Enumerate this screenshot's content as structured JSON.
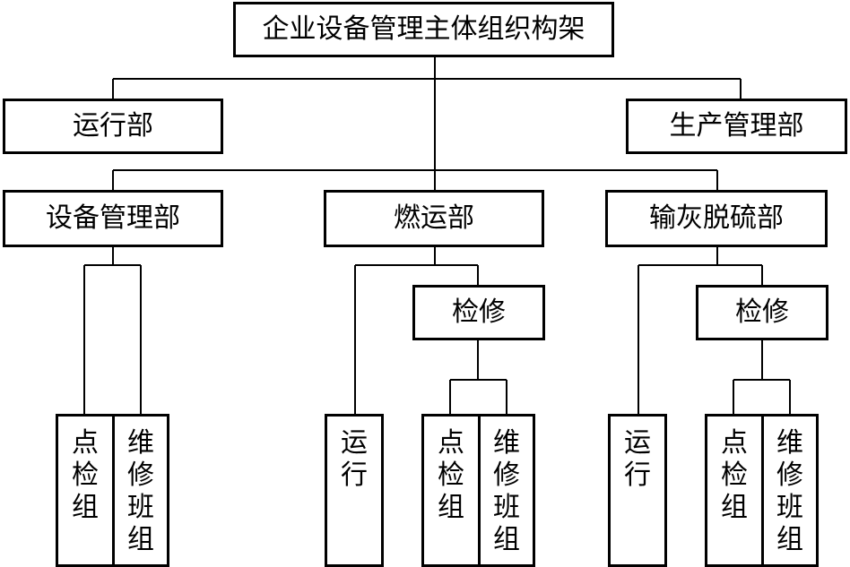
{
  "title": "企业设备管理主体组织构架",
  "level1": {
    "operations_dept": "运行部",
    "production_mgmt_dept": "生产管理部"
  },
  "level2": {
    "equipment_mgmt_dept": "设备管理部",
    "fuel_dept": "燃运部",
    "ash_desulf_dept": "输灰脱硫部"
  },
  "equipment_mgmt_children": [
    "点检组",
    "维修班组"
  ],
  "fuel_dept_children": {
    "operation": "运行",
    "maintenance": "检修",
    "maintenance_children": [
      "点检组",
      "维修班组"
    ]
  },
  "ash_desulf_children": {
    "operation": "运行",
    "maintenance": "检修",
    "maintenance_children": [
      "点检组",
      "维修班组"
    ]
  }
}
